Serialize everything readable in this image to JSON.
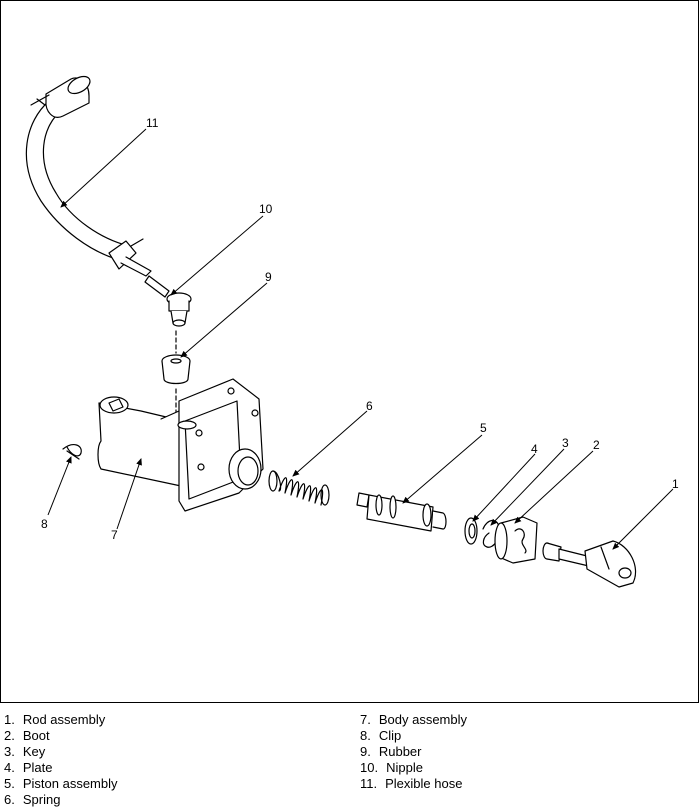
{
  "callouts": [
    "1",
    "2",
    "3",
    "4",
    "5",
    "6",
    "7",
    "8",
    "9",
    "10",
    "11"
  ],
  "legend": {
    "left": [
      {
        "num": "1.",
        "label": "Rod assembly"
      },
      {
        "num": "2.",
        "label": "Boot"
      },
      {
        "num": "3.",
        "label": "Key"
      },
      {
        "num": "4.",
        "label": "Plate"
      },
      {
        "num": "5.",
        "label": "Piston assembly"
      },
      {
        "num": "6.",
        "label": "Spring"
      }
    ],
    "right": [
      {
        "num": "7.",
        "label": "Body assembly"
      },
      {
        "num": "8.",
        "label": "Clip"
      },
      {
        "num": "9.",
        "label": "Rubber"
      },
      {
        "num": "10.",
        "label": "Nipple"
      },
      {
        "num": "11.",
        "label": "Plexible hose"
      }
    ]
  }
}
